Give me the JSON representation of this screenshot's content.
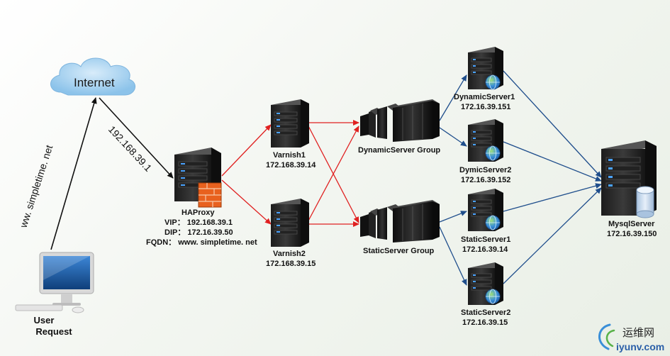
{
  "internet": {
    "label": "Internet"
  },
  "user": {
    "label_line1": "User",
    "label_line2": "Request",
    "domain_text": "ww. simpletime. net",
    "link_ip": "192.168.39.1"
  },
  "haproxy": {
    "name": "HAProxy",
    "vip": "VIP： 192.168.39.1",
    "dip": "DIP： 172.16.39.50",
    "fqdn": "FQDN： www. simpletime. net"
  },
  "varnish": [
    {
      "name": "Varnish1",
      "ip": "172.168.39.14"
    },
    {
      "name": "Varnish2",
      "ip": "172.168.39.15"
    }
  ],
  "groups": [
    {
      "name": "DynamicServer Group"
    },
    {
      "name": "StaticServer Group"
    }
  ],
  "servers": [
    {
      "name": "DynamicServer1",
      "ip": "172.16.39.151"
    },
    {
      "name": "DymicServer2",
      "ip": "172.16.39.152"
    },
    {
      "name": "StaticServer1",
      "ip": "172.16.39.14"
    },
    {
      "name": "StaticServer2",
      "ip": "172.16.39.15"
    }
  ],
  "mysql": {
    "name": "MysqlServer",
    "ip": "172.16.39.150"
  },
  "watermark": {
    "cn": "运维网",
    "en": "iyunv.com"
  },
  "colors": {
    "red_links": "#e02020",
    "blue_links": "#1f4e8c",
    "black_links": "#111111"
  }
}
